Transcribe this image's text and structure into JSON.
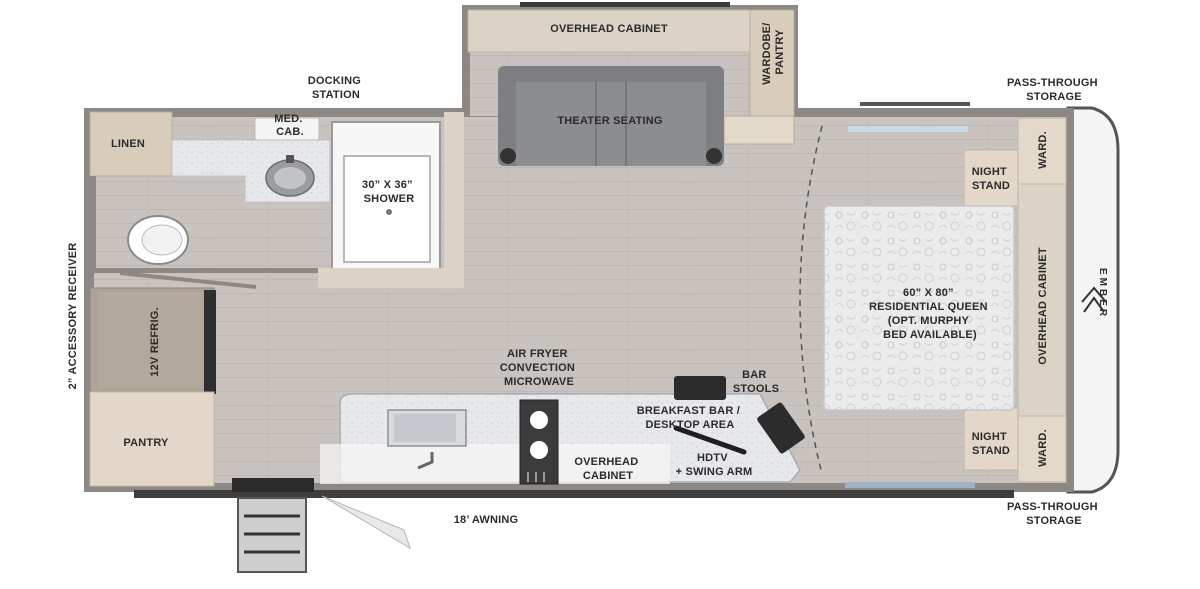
{
  "labels": {
    "overhead_cabinet_top": "OVERHEAD CABINET",
    "wardrobe_pantry": [
      "WARDOBE/",
      "PANTRY"
    ],
    "theater_seating": "THEATER SEATING",
    "docking_station": [
      "DOCKING",
      "STATION"
    ],
    "pass_through_top": [
      "PASS-THROUGH",
      "STORAGE"
    ],
    "pass_through_bottom": [
      "PASS-THROUGH",
      "STORAGE"
    ],
    "linen": "LINEN",
    "med_cab": [
      "MED.",
      "CAB."
    ],
    "shower": [
      "30” X 36”",
      "SHOWER"
    ],
    "night_stand_top": [
      "NIGHT",
      "STAND"
    ],
    "night_stand_bottom": [
      "NIGHT",
      "STAND"
    ],
    "ward_top": "WARD.",
    "ward_bottom": "WARD.",
    "bed": [
      "60” X 80”",
      "RESIDENTIAL QUEEN",
      "(OPT. MURPHY",
      "BED AVAILABLE)"
    ],
    "overhead_cabinet_right": "OVERHEAD CABINET",
    "accessory_receiver": "2” ACCESSORY RECEIVER",
    "refrigerator": "12V REFRIG.",
    "pantry": "PANTRY",
    "microwave": [
      "AIR FRYER",
      "CONVECTION",
      "MICROWAVE"
    ],
    "bar_stools": [
      "BAR",
      "STOOLS"
    ],
    "breakfast_bar": [
      "BREAKFAST BAR /",
      "DESKTOP AREA"
    ],
    "overhead_cabinet_bottom": [
      "OVERHEAD",
      "CABINET"
    ],
    "hdtv": [
      "HDTV",
      "+ SWING ARM"
    ],
    "awning": "18’ AWNING",
    "brand": "EMBER"
  },
  "colors": {
    "floor": "#c9c4bf",
    "wall": "#8a8580",
    "cabinet": "#e0d5c5",
    "counter": "#e3e5e8",
    "sofa": "#7c7d80",
    "bed": "#e9e9ea"
  }
}
